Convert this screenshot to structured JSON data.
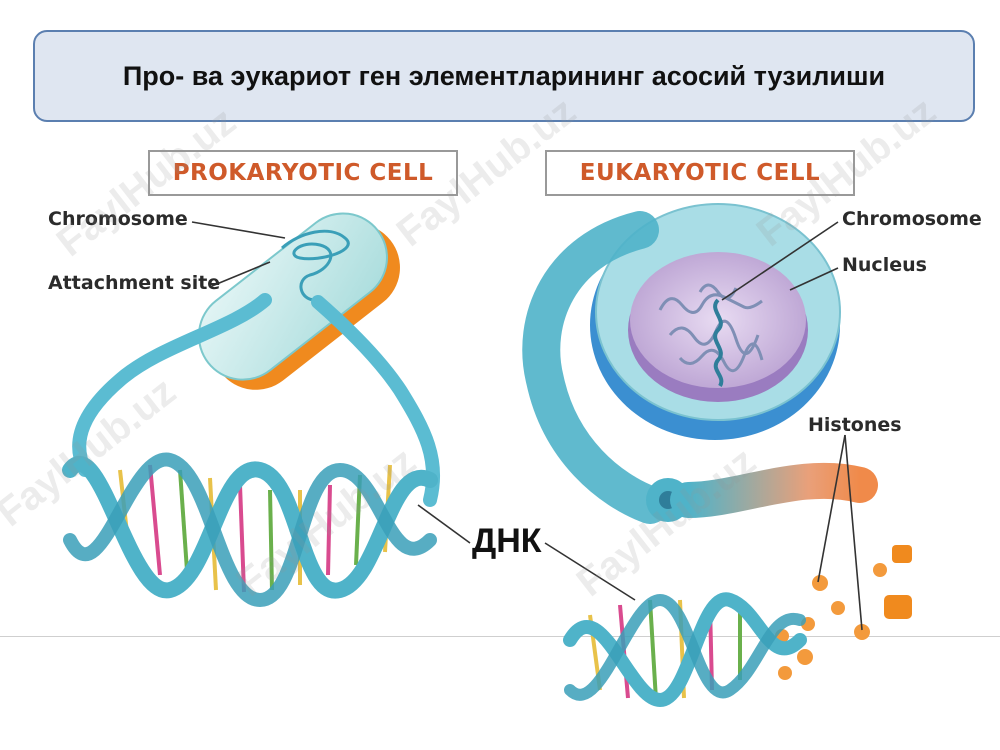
{
  "title": "Про- ва эукариот ген элементларининг асосий тузилиши",
  "prokaryotic": {
    "heading": "PROKARYOTIC CELL",
    "labels": {
      "chromosome": "Chromosome",
      "attachment_site": "Attachment site"
    }
  },
  "eukaryotic": {
    "heading": "EUKARYOTIC CELL",
    "labels": {
      "chromosome": "Chromosome",
      "nucleus": "Nucleus",
      "histones": "Histones"
    }
  },
  "dna_label": "ДНК",
  "watermark": "FaylHub.uz",
  "colors": {
    "helix": "#4fb3c9",
    "cell_orange": "#f08a1e",
    "nucleus_purple": "#cdb3de",
    "nucleus_blue": "#3b8fd1",
    "histone": "#f39a3c"
  }
}
